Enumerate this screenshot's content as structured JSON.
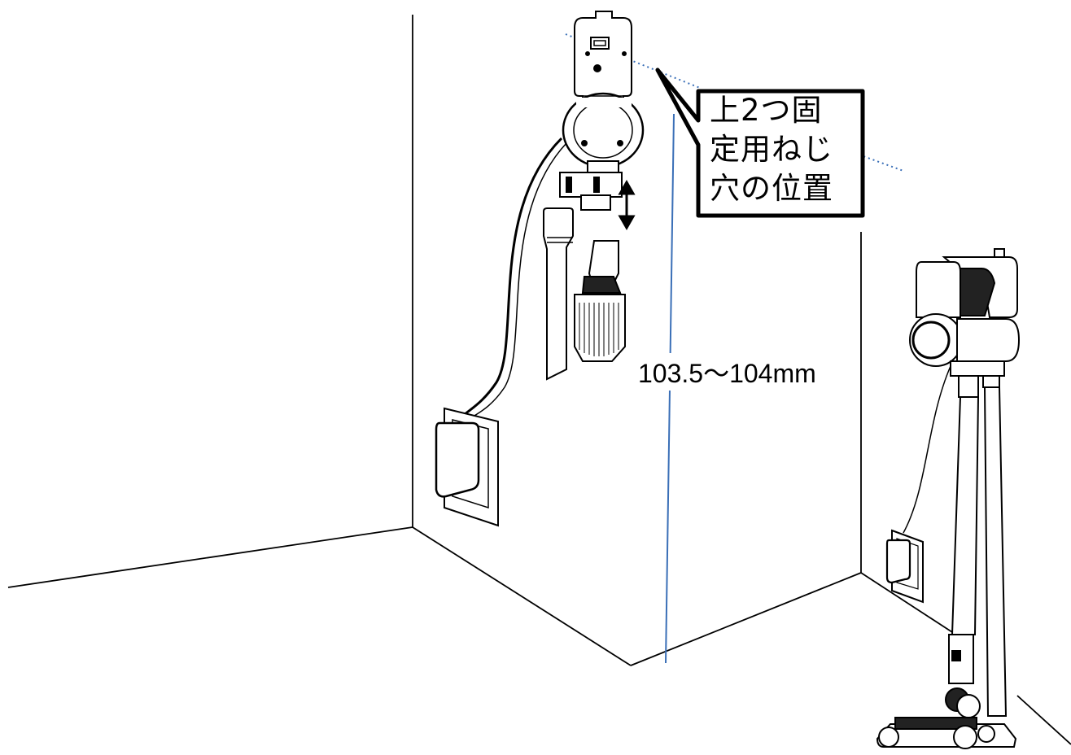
{
  "callout": {
    "lines": [
      "上2つ固",
      "定用ねじ",
      "穴の位置"
    ]
  },
  "measurement": {
    "label": "103.5〜104mm"
  },
  "colors": {
    "guide_line": "#3a6fb7",
    "stroke": "#000000"
  }
}
